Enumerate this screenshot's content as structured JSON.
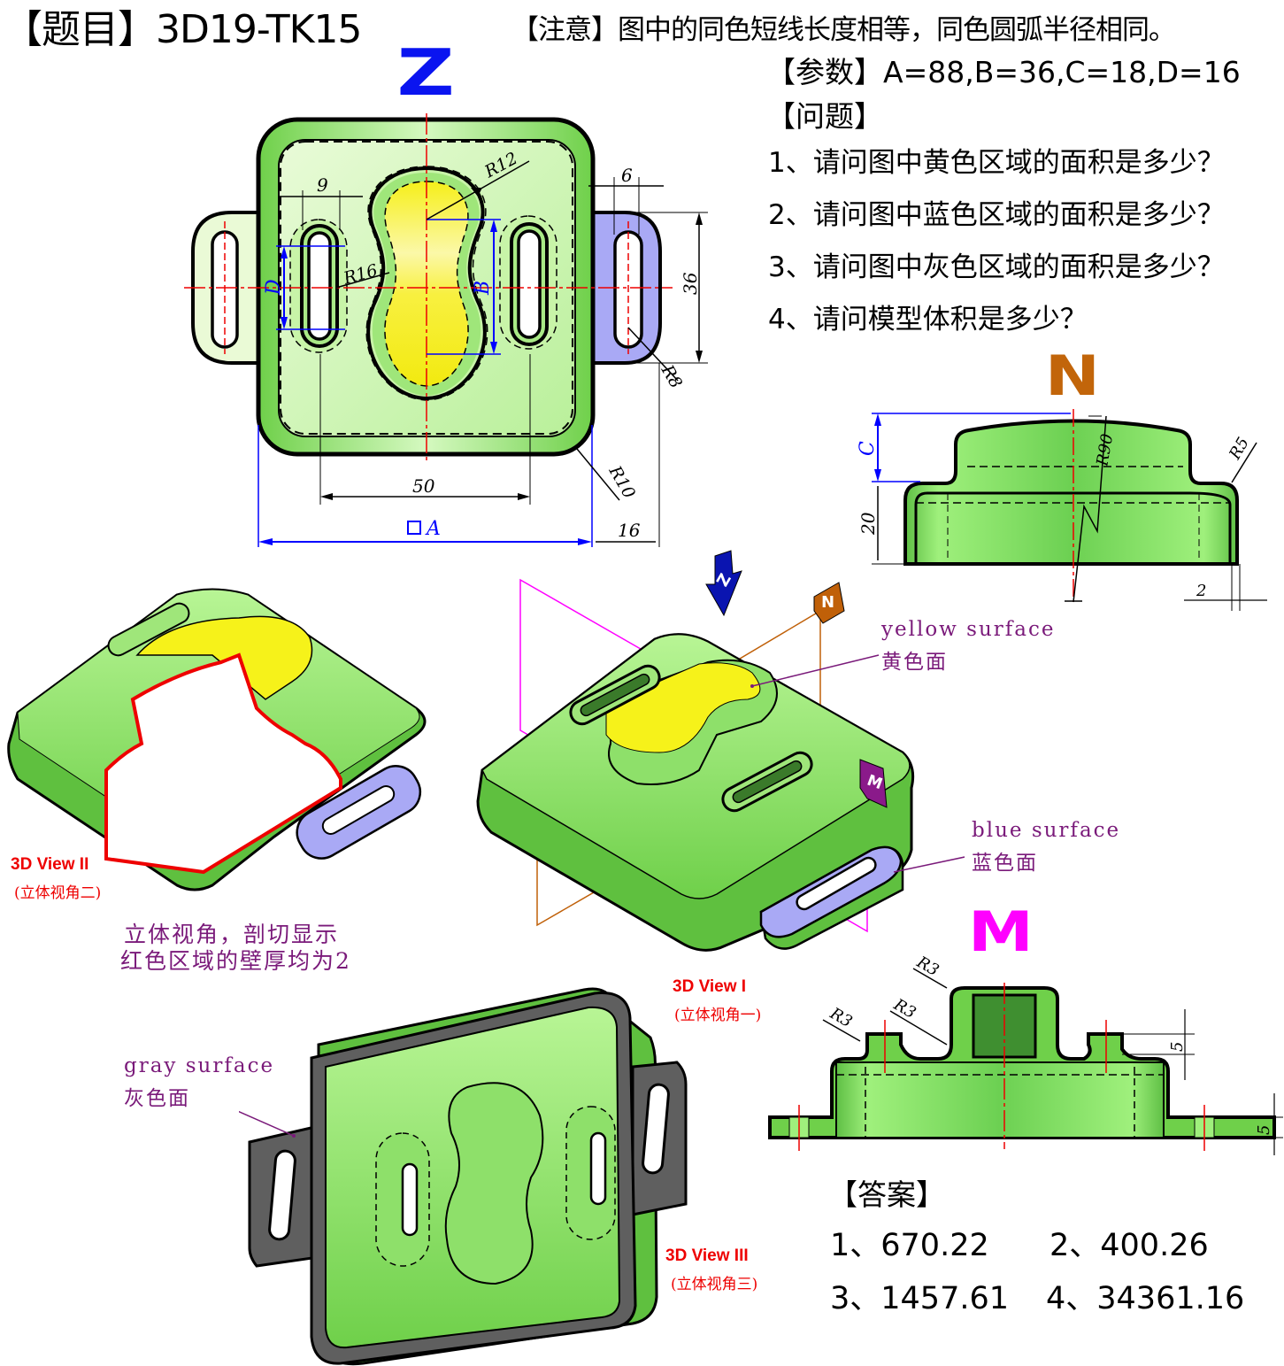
{
  "header": {
    "title": "【题目】3D19-TK15",
    "note": "【注意】图中的同色短线长度相等，同色圆弧半径相同。",
    "params": "【参数】A=88,B=36,C=18,D=16",
    "questions_heading": "【问题】"
  },
  "questions": [
    "1、请问图中黄色区域的面积是多少？",
    "2、请问图中蓝色区域的面积是多少？",
    "3、请问图中灰色区域的面积是多少？",
    "4、请问模型体积是多少？"
  ],
  "top_view": {
    "view_letter": "Z",
    "dims": {
      "d9": "9",
      "r12": "R12",
      "d6": "6",
      "r16": "R16",
      "d": "D",
      "b": "B",
      "d36": "36",
      "r8": "R8",
      "d50": "50",
      "a": "□A",
      "r10": "R10",
      "d16": "16"
    }
  },
  "section_n": {
    "view_letter": "N",
    "dims": {
      "c": "C",
      "d20": "20",
      "r90": "R90",
      "r5": "R5",
      "d2": "2"
    }
  },
  "section_m": {
    "view_letter": "M",
    "dims": {
      "r3a": "R3",
      "r3b": "R3",
      "r3c": "R3",
      "d5a": "5",
      "d5b": "5"
    }
  },
  "view1": {
    "label": "3D View I",
    "sub": "(立体视角一)",
    "yellow_en": "yellow surface",
    "yellow_cn": "黄色面",
    "blue_en": "blue surface",
    "blue_cn": "蓝色面",
    "markers": {
      "z": "Z",
      "n": "N",
      "m": "M"
    }
  },
  "view2": {
    "label": "3D View II",
    "sub": "(立体视角二)",
    "caption_line1": "立体视角，剖切显示",
    "caption_line2": "红色区域的壁厚均为2"
  },
  "view3": {
    "label": "3D View III",
    "sub": "(立体视角三)",
    "gray_en": "gray surface",
    "gray_cn": "灰色面"
  },
  "answers": {
    "heading": "【答案】",
    "items": [
      "1、670.22",
      "2、400.26",
      "3、1457.61",
      "4、34361.16"
    ]
  },
  "colors": {
    "green": "#7fdc5a",
    "yellow": "#f6f21a",
    "blue": "#a9a9f5",
    "gray": "#5f5f5f",
    "red": "#ee0000",
    "dim_blue": "#0000ff",
    "magenta": "#ff00ff",
    "orange": "#c06008",
    "callout_purple": "#7a1a7a"
  }
}
